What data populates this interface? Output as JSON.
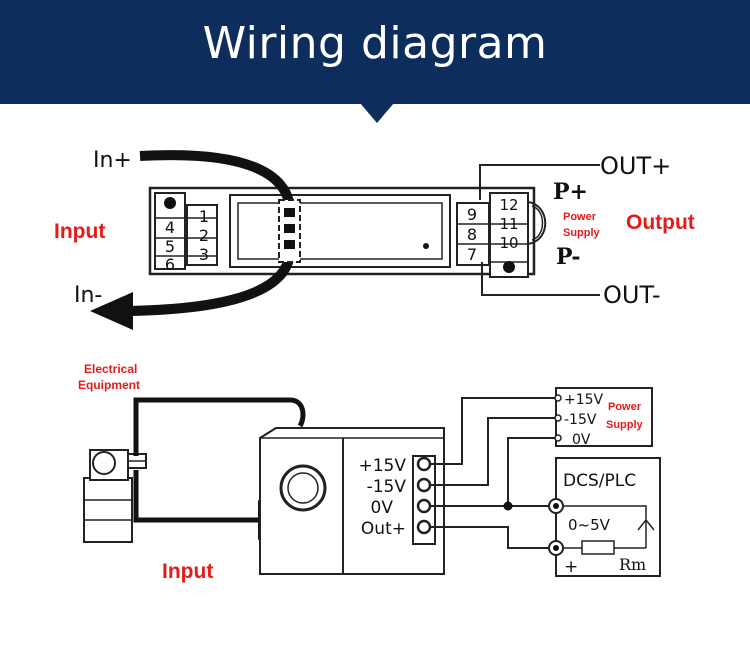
{
  "header": {
    "title": "Wiring diagram"
  },
  "top_diagram": {
    "in_plus": "In+",
    "in_minus": "In-",
    "input_label": "Input",
    "output_label": "Output",
    "out_plus": "OUT+",
    "out_minus": "OUT-",
    "p_plus": "P+",
    "p_minus": "P-",
    "power_supply_line1": "Power",
    "power_supply_line2": "Supply",
    "left_terminals_outer": [
      "4",
      "5",
      "6"
    ],
    "left_terminals_inner": [
      "1",
      "2",
      "3"
    ],
    "right_terminals_inner": [
      "9",
      "8",
      "7"
    ],
    "right_terminals_outer": [
      "12",
      "11",
      "10"
    ]
  },
  "bottom_diagram": {
    "electrical_equipment_line1": "Electrical",
    "electrical_equipment_line2": "Equipment",
    "input_label": "Input",
    "terminals": [
      "+15V",
      "-15V",
      "0V",
      "Out+"
    ],
    "supply_terminals": [
      "+15V",
      "-15V",
      "0V"
    ],
    "power_supply_line1": "Power",
    "power_supply_line2": "Supply",
    "dcs_plc": "DCS/PLC",
    "range": "0~5V",
    "resistor": "Rm",
    "plus_sign": "+"
  }
}
